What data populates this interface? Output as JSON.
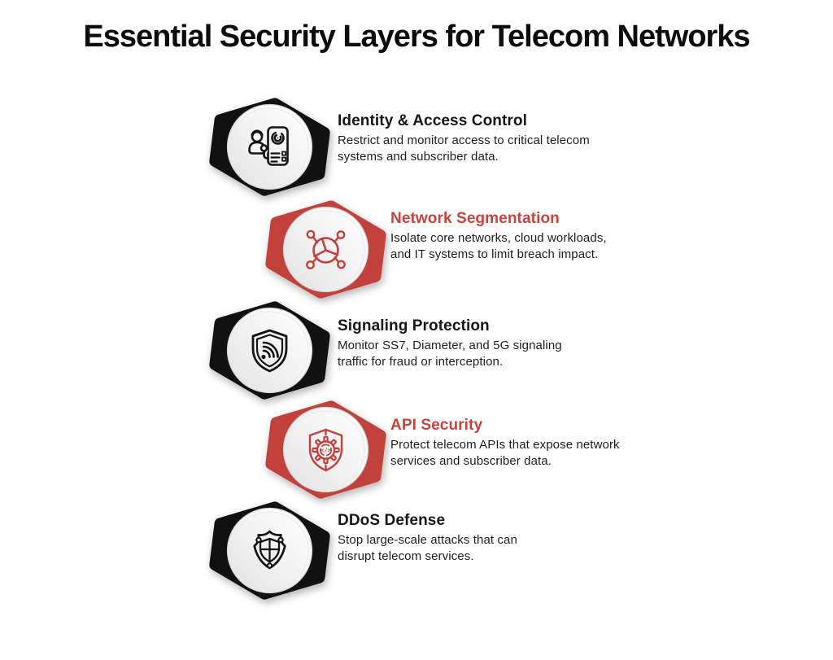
{
  "page": {
    "title": "Essential Security Layers for Telecom Networks"
  },
  "colors": {
    "background": "#FFFFFF",
    "hexagon_black": "#111111",
    "hexagon_red": "#C2413A",
    "title_red": "#CB423C",
    "body_text": "#1E1E1E"
  },
  "items": [
    {
      "title": "Identity & Access Control",
      "description": "Restrict and monitor access to critical telecom\nsystems and subscriber data.",
      "icon": "user-fingerprint-phone-icon",
      "badge_color": "black",
      "title_color": "black"
    },
    {
      "title": "Network Segmentation",
      "description": "Isolate core networks, cloud workloads,\nand IT systems to limit breach impact.",
      "icon": "segmented-network-icon",
      "badge_color": "red",
      "title_color": "red"
    },
    {
      "title": "Signaling Protection",
      "description": "Monitor SS7, Diameter, and 5G signaling\ntraffic for fraud or interception.",
      "icon": "shield-signal-icon",
      "badge_color": "black",
      "title_color": "black"
    },
    {
      "title": "API Security",
      "description": "Protect telecom APIs that expose network\nservices and subscriber data.",
      "icon": "shield-gear-code-icon",
      "badge_color": "red",
      "title_color": "red"
    },
    {
      "title": "DDoS Defense",
      "description": "Stop large-scale attacks that can\ndisrupt telecom services.",
      "icon": "shield-cross-nodes-icon",
      "badge_color": "black",
      "title_color": "black"
    }
  ]
}
